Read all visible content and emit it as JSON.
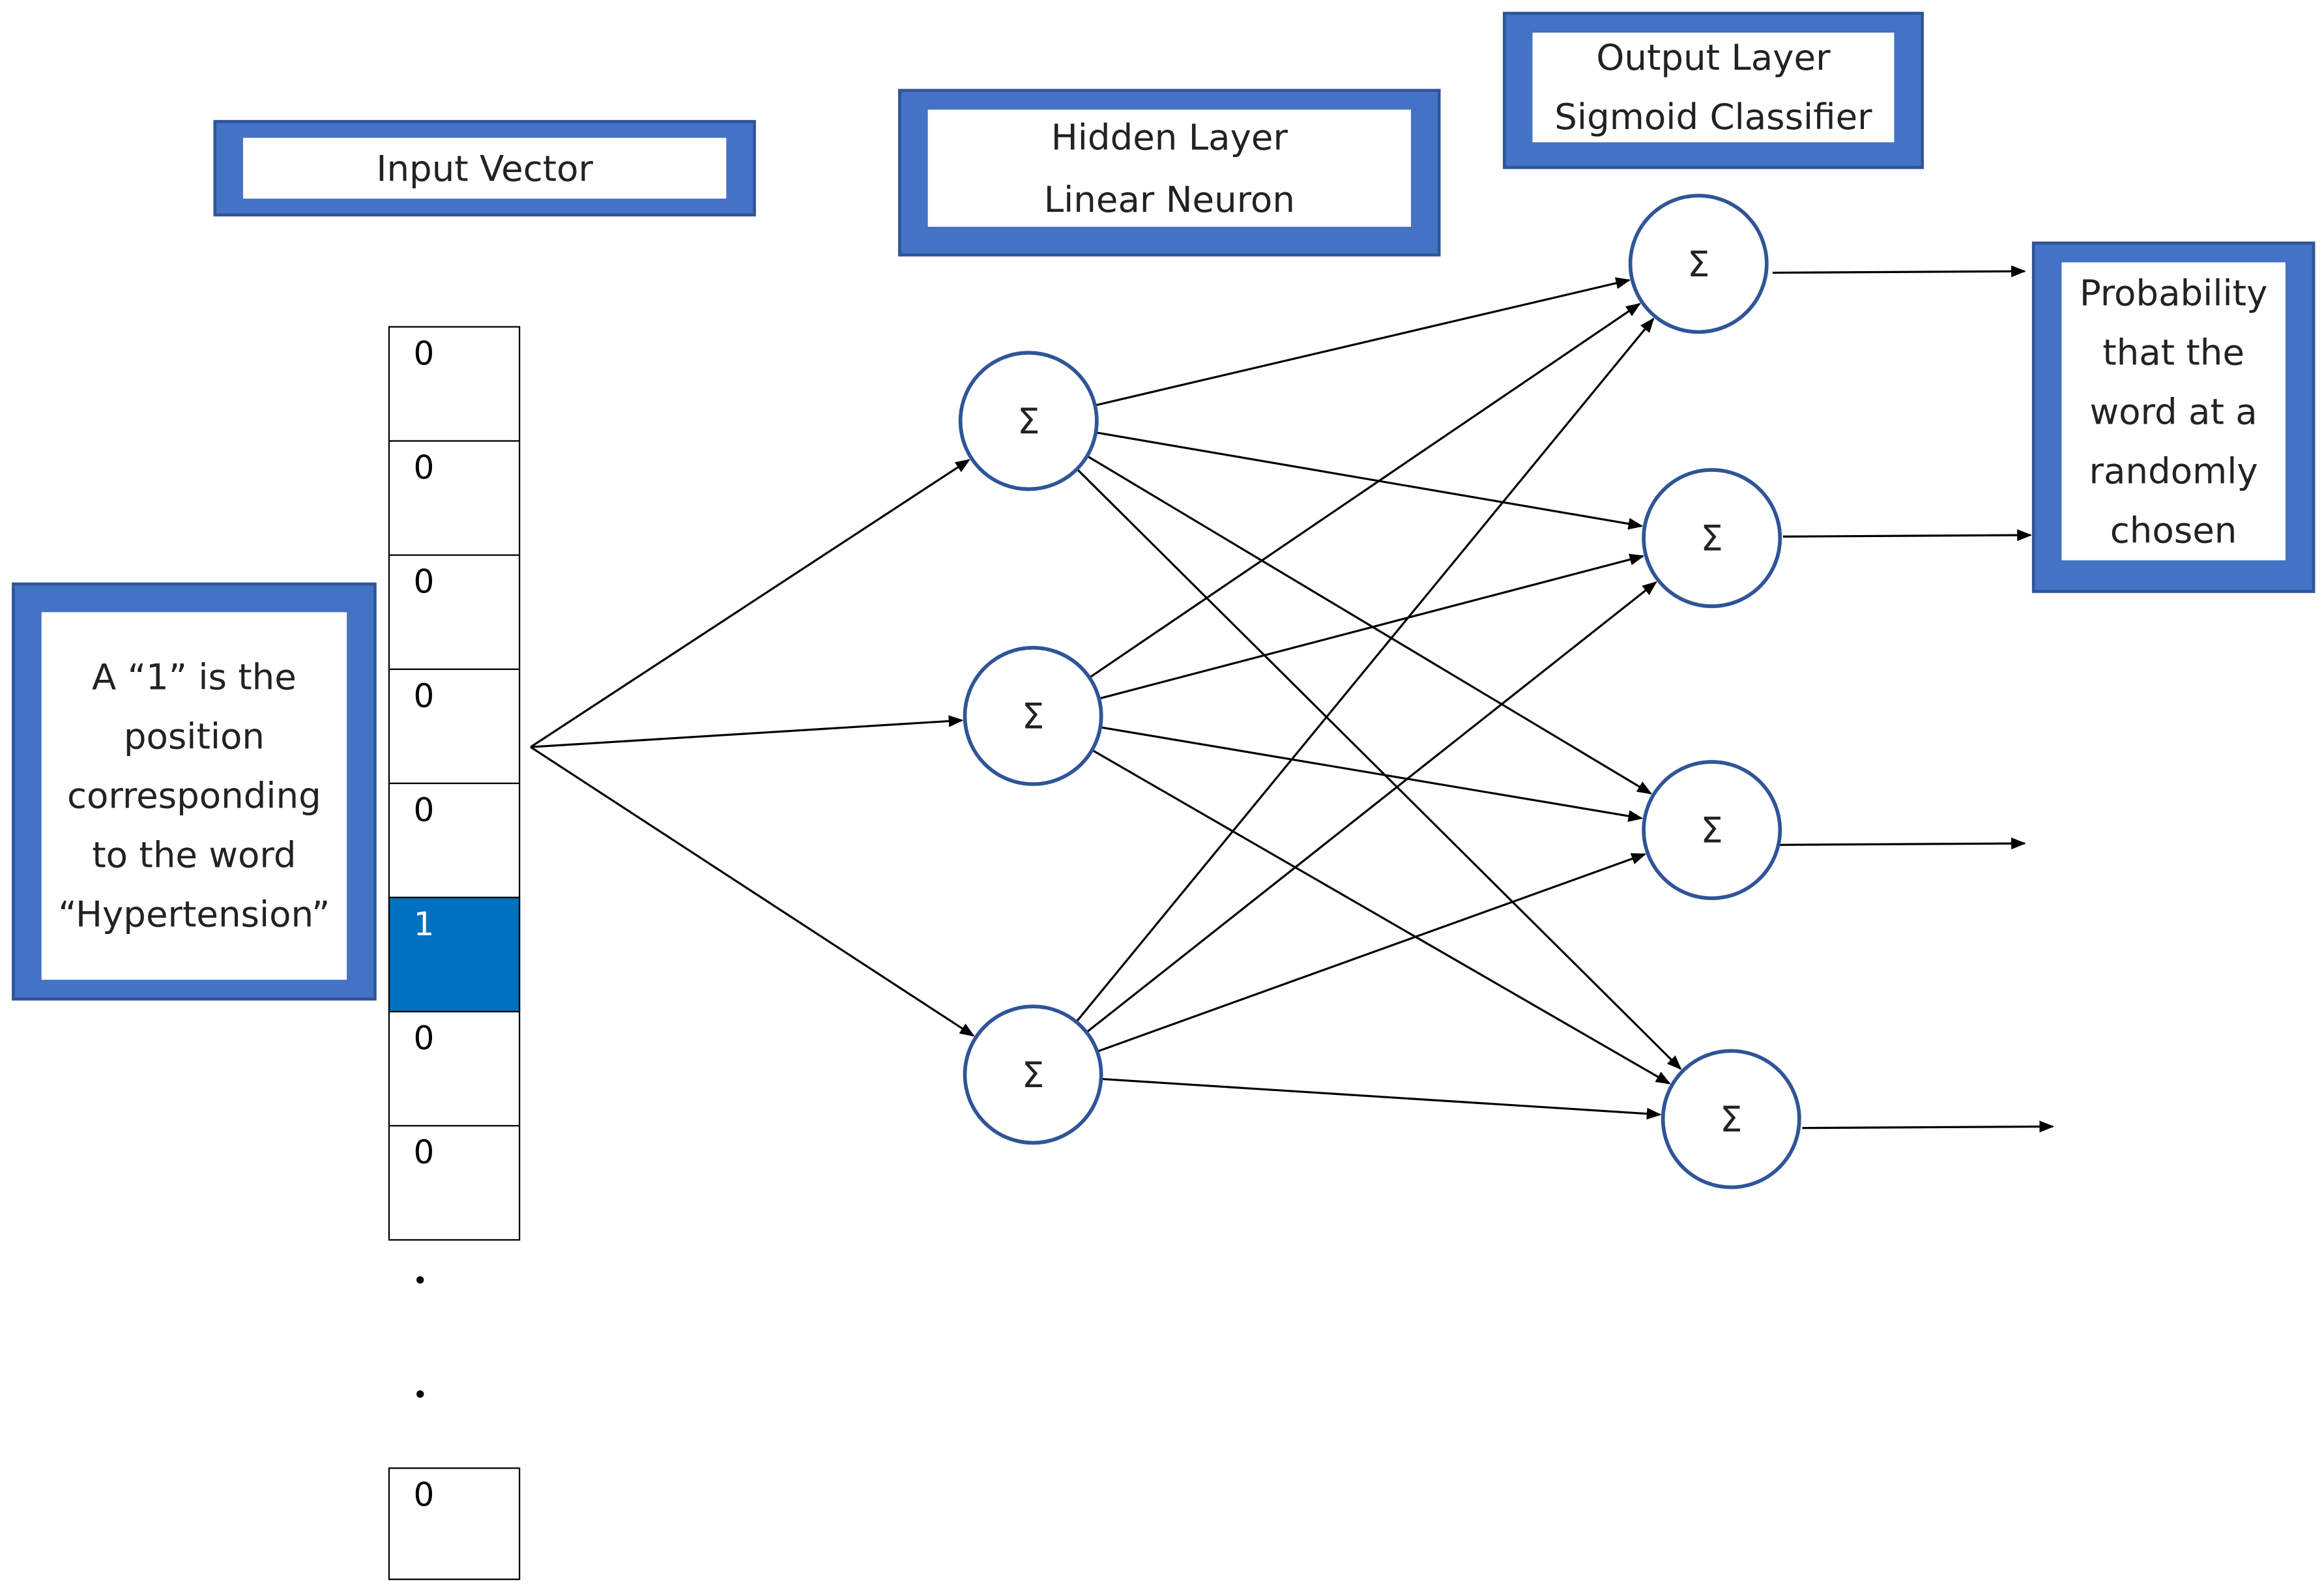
{
  "labels": {
    "input_vector": "Input Vector",
    "hidden_layer": [
      "Hidden Layer",
      "Linear Neuron"
    ],
    "output_layer": [
      "Output Layer",
      "Sigmoid Classifier"
    ],
    "one_hot_note": [
      "A “1” is the",
      "position",
      "corresponding",
      "to the word",
      "“Hypertension”"
    ],
    "probability_note": [
      "Probability",
      "that the",
      "word at a",
      "randomly",
      "chosen"
    ]
  },
  "input_vector": {
    "cells": [
      "0",
      "0",
      "0",
      "0",
      "0",
      "1",
      "0",
      "0"
    ],
    "last_cell": "0",
    "active_index": 5
  },
  "neuron_symbol": "Σ",
  "layers": {
    "hidden_count": 3,
    "output_count": 4
  },
  "colors": {
    "box_border": "#4472c4",
    "neuron_stroke": "#2f5597",
    "active_cell": "#0070c0"
  }
}
